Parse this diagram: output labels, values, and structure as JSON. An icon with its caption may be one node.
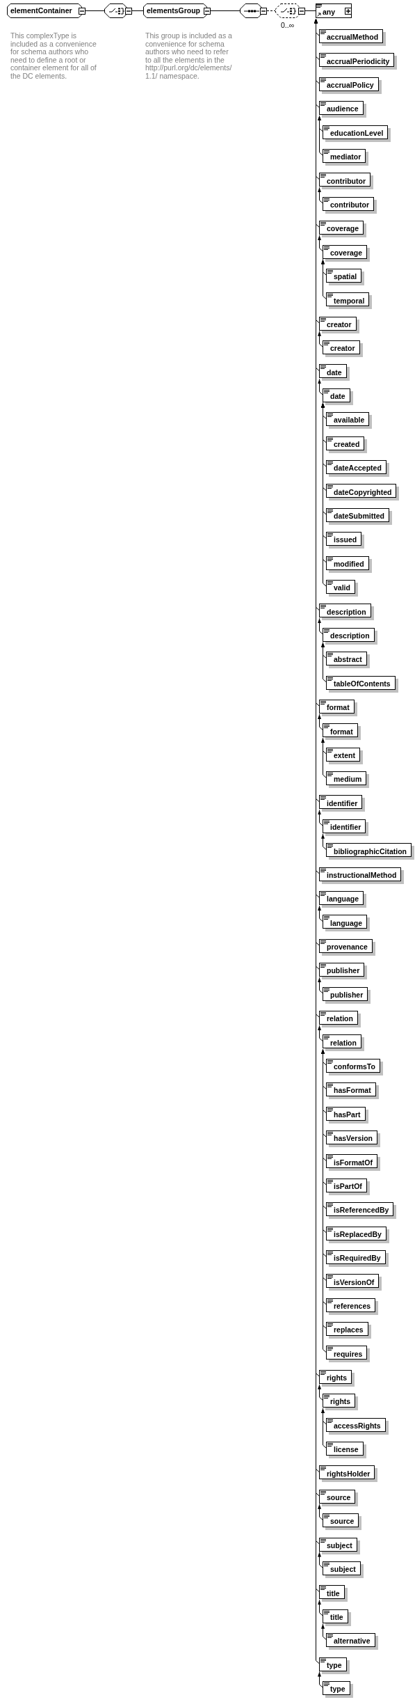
{
  "diagram": {
    "nodes": [
      {
        "text": [
          "elementContainer"
        ],
        "beside": [
          "This complexType is included as a convenience for schema authors who need to define a root or container element for all of the DC elements."
        ]
      },
      {
        "text": [],
        "shape": "octagon"
      },
      {
        "text": [
          "elementsGroup"
        ],
        "beside": [
          "This group is included as a convenience for schema authors who need to refer to all the elements in the http://purl.org/dc/elements/1.1/ namespace."
        ]
      },
      {
        "text": [],
        "shape": "octagon"
      },
      {
        "text": [],
        "shape": "octagon",
        "beside": [
          "0..∞"
        ]
      },
      {
        "text": [
          "any"
        ]
      },
      {
        "text": [
          "accrualMethod"
        ]
      },
      {
        "text": [
          "accrualPeriodicity"
        ]
      },
      {
        "text": [
          "accrualPolicy"
        ]
      },
      {
        "text": [
          "audience"
        ]
      },
      {
        "text": [
          "educationLevel"
        ]
      },
      {
        "text": [
          "mediator"
        ]
      },
      {
        "text": [
          "contributor"
        ]
      },
      {
        "text": [
          "contributor"
        ]
      },
      {
        "text": [
          "coverage"
        ]
      },
      {
        "text": [
          "coverage"
        ]
      },
      {
        "text": [
          "spatial"
        ]
      },
      {
        "text": [
          "temporal"
        ]
      },
      {
        "text": [
          "creator"
        ]
      },
      {
        "text": [
          "creator"
        ]
      },
      {
        "text": [
          "date"
        ]
      },
      {
        "text": [
          "date"
        ]
      },
      {
        "text": [
          "available"
        ]
      },
      {
        "text": [
          "created"
        ]
      },
      {
        "text": [
          "dateAccepted"
        ]
      },
      {
        "text": [
          "dateCopyrighted"
        ]
      },
      {
        "text": [
          "dateSubmitted"
        ]
      },
      {
        "text": [
          "issued"
        ]
      },
      {
        "text": [
          "modified"
        ]
      },
      {
        "text": [
          "valid"
        ]
      },
      {
        "text": [
          "description"
        ]
      },
      {
        "text": [
          "description"
        ]
      },
      {
        "text": [
          "abstract"
        ]
      },
      {
        "text": [
          "tableOfContents"
        ]
      },
      {
        "text": [
          "format"
        ]
      },
      {
        "text": [
          "format"
        ]
      },
      {
        "text": [
          "extent"
        ]
      },
      {
        "text": [
          "medium"
        ]
      },
      {
        "text": [
          "identifier"
        ]
      },
      {
        "text": [
          "identifier"
        ]
      },
      {
        "text": [
          "bibliographicCitation"
        ]
      },
      {
        "text": [
          "instructionalMethod"
        ]
      },
      {
        "text": [
          "language"
        ]
      },
      {
        "text": [
          "language"
        ]
      },
      {
        "text": [
          "provenance"
        ]
      },
      {
        "text": [
          "publisher"
        ]
      },
      {
        "text": [
          "publisher"
        ]
      },
      {
        "text": [
          "relation"
        ]
      },
      {
        "text": [
          "relation"
        ]
      },
      {
        "text": [
          "conformsTo"
        ]
      },
      {
        "text": [
          "hasFormat"
        ]
      },
      {
        "text": [
          "hasPart"
        ]
      },
      {
        "text": [
          "hasVersion"
        ]
      },
      {
        "text": [
          "isFormatOf"
        ]
      },
      {
        "text": [
          "isPartOf"
        ]
      },
      {
        "text": [
          "isReferencedBy"
        ]
      },
      {
        "text": [
          "isReplacedBy"
        ]
      },
      {
        "text": [
          "isRequiredBy"
        ]
      },
      {
        "text": [
          "isVersionOf"
        ]
      },
      {
        "text": [
          "references"
        ]
      },
      {
        "text": [
          "replaces"
        ]
      },
      {
        "text": [
          "requires"
        ]
      },
      {
        "text": [
          "rights"
        ]
      },
      {
        "text": [
          "rights"
        ]
      },
      {
        "text": [
          "accessRights"
        ]
      },
      {
        "text": [
          "license"
        ]
      },
      {
        "text": [
          "rightsHolder"
        ]
      },
      {
        "text": [
          "source"
        ]
      },
      {
        "text": [
          "source"
        ]
      },
      {
        "text": [
          "subject"
        ]
      },
      {
        "text": [
          "subject"
        ]
      },
      {
        "text": [
          "title"
        ]
      },
      {
        "text": [
          "title"
        ]
      },
      {
        "text": [
          "alternative"
        ]
      },
      {
        "text": [
          "type"
        ]
      },
      {
        "text": [
          "type"
        ]
      }
    ],
    "edges": [
      {
        "from": 0,
        "to": 1,
        "arrow": "none"
      },
      {
        "from": 1,
        "to": 2,
        "arrow": "none"
      },
      {
        "from": 2,
        "to": 3,
        "arrow": "none"
      },
      {
        "from": 3,
        "to": 4,
        "arrow": "none",
        "style": "dashed"
      },
      {
        "from": 4,
        "to": 5,
        "arrow": "none"
      },
      {
        "from": 6,
        "to": 5,
        "arrow": "to"
      },
      {
        "from": 7,
        "to": 5,
        "arrow": "to"
      },
      {
        "from": 8,
        "to": 5,
        "arrow": "to"
      },
      {
        "from": 9,
        "to": 5,
        "arrow": "to"
      },
      {
        "from": 10,
        "to": 9,
        "arrow": "to"
      },
      {
        "from": 11,
        "to": 9,
        "arrow": "to"
      },
      {
        "from": 12,
        "to": 5,
        "arrow": "to"
      },
      {
        "from": 13,
        "to": 12,
        "arrow": "to"
      },
      {
        "from": 14,
        "to": 5,
        "arrow": "to"
      },
      {
        "from": 15,
        "to": 14,
        "arrow": "to"
      },
      {
        "from": 16,
        "to": 15,
        "arrow": "to"
      },
      {
        "from": 17,
        "to": 15,
        "arrow": "to"
      },
      {
        "from": 18,
        "to": 5,
        "arrow": "to"
      },
      {
        "from": 19,
        "to": 18,
        "arrow": "to"
      },
      {
        "from": 20,
        "to": 5,
        "arrow": "to"
      },
      {
        "from": 21,
        "to": 20,
        "arrow": "to"
      },
      {
        "from": 22,
        "to": 21,
        "arrow": "to"
      },
      {
        "from": 23,
        "to": 21,
        "arrow": "to"
      },
      {
        "from": 24,
        "to": 21,
        "arrow": "to"
      },
      {
        "from": 25,
        "to": 21,
        "arrow": "to"
      },
      {
        "from": 26,
        "to": 21,
        "arrow": "to"
      },
      {
        "from": 27,
        "to": 21,
        "arrow": "to"
      },
      {
        "from": 28,
        "to": 21,
        "arrow": "to"
      },
      {
        "from": 29,
        "to": 21,
        "arrow": "to"
      },
      {
        "from": 30,
        "to": 5,
        "arrow": "to"
      },
      {
        "from": 31,
        "to": 30,
        "arrow": "to"
      },
      {
        "from": 32,
        "to": 31,
        "arrow": "to"
      },
      {
        "from": 33,
        "to": 31,
        "arrow": "to"
      },
      {
        "from": 34,
        "to": 5,
        "arrow": "to"
      },
      {
        "from": 35,
        "to": 34,
        "arrow": "to"
      },
      {
        "from": 36,
        "to": 35,
        "arrow": "to"
      },
      {
        "from": 37,
        "to": 35,
        "arrow": "to"
      },
      {
        "from": 38,
        "to": 5,
        "arrow": "to"
      },
      {
        "from": 39,
        "to": 38,
        "arrow": "to"
      },
      {
        "from": 40,
        "to": 39,
        "arrow": "to"
      },
      {
        "from": 41,
        "to": 5,
        "arrow": "to"
      },
      {
        "from": 42,
        "to": 5,
        "arrow": "to"
      },
      {
        "from": 43,
        "to": 42,
        "arrow": "to"
      },
      {
        "from": 44,
        "to": 5,
        "arrow": "to"
      },
      {
        "from": 45,
        "to": 5,
        "arrow": "to"
      },
      {
        "from": 46,
        "to": 45,
        "arrow": "to"
      },
      {
        "from": 47,
        "to": 5,
        "arrow": "to"
      },
      {
        "from": 48,
        "to": 47,
        "arrow": "to"
      },
      {
        "from": 49,
        "to": 48,
        "arrow": "to"
      },
      {
        "from": 50,
        "to": 48,
        "arrow": "to"
      },
      {
        "from": 51,
        "to": 48,
        "arrow": "to"
      },
      {
        "from": 52,
        "to": 48,
        "arrow": "to"
      },
      {
        "from": 53,
        "to": 48,
        "arrow": "to"
      },
      {
        "from": 54,
        "to": 48,
        "arrow": "to"
      },
      {
        "from": 55,
        "to": 48,
        "arrow": "to"
      },
      {
        "from": 56,
        "to": 48,
        "arrow": "to"
      },
      {
        "from": 57,
        "to": 48,
        "arrow": "to"
      },
      {
        "from": 58,
        "to": 48,
        "arrow": "to"
      },
      {
        "from": 59,
        "to": 48,
        "arrow": "to"
      },
      {
        "from": 60,
        "to": 48,
        "arrow": "to"
      },
      {
        "from": 61,
        "to": 48,
        "arrow": "to"
      },
      {
        "from": 62,
        "to": 5,
        "arrow": "to"
      },
      {
        "from": 63,
        "to": 62,
        "arrow": "to"
      },
      {
        "from": 64,
        "to": 63,
        "arrow": "to"
      },
      {
        "from": 65,
        "to": 63,
        "arrow": "to"
      },
      {
        "from": 66,
        "to": 5,
        "arrow": "to"
      },
      {
        "from": 67,
        "to": 5,
        "arrow": "to"
      },
      {
        "from": 68,
        "to": 67,
        "arrow": "to"
      },
      {
        "from": 69,
        "to": 5,
        "arrow": "to"
      },
      {
        "from": 70,
        "to": 69,
        "arrow": "to"
      },
      {
        "from": 71,
        "to": 5,
        "arrow": "to"
      },
      {
        "from": 72,
        "to": 71,
        "arrow": "to"
      },
      {
        "from": 73,
        "to": 72,
        "arrow": "to"
      },
      {
        "from": 74,
        "to": 5,
        "arrow": "to"
      },
      {
        "from": 75,
        "to": 74,
        "arrow": "to"
      }
    ]
  }
}
